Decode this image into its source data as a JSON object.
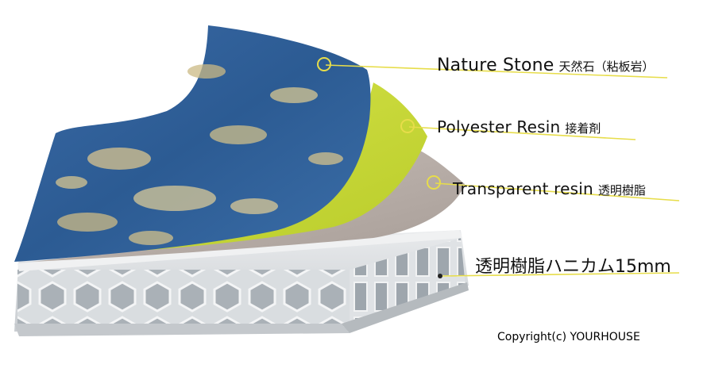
{
  "layers": [
    {
      "en": "Nature Stone",
      "jp": "天然石（粘板岩）",
      "color": "#2f5f98"
    },
    {
      "en": "Polyester Resin",
      "jp": "接着剤",
      "color": "#c6d838"
    },
    {
      "en": "Transparent resin",
      "jp": "透明樹脂",
      "color": "#b7ada7"
    },
    {
      "en": "",
      "jp": "透明樹脂ハニカム15mm",
      "color": "#cfd3d6"
    }
  ],
  "copyright": "Copyright(c) YOURHOUSE",
  "colors": {
    "leader": "#e7dd4a",
    "marker": "#e7dd4a"
  }
}
